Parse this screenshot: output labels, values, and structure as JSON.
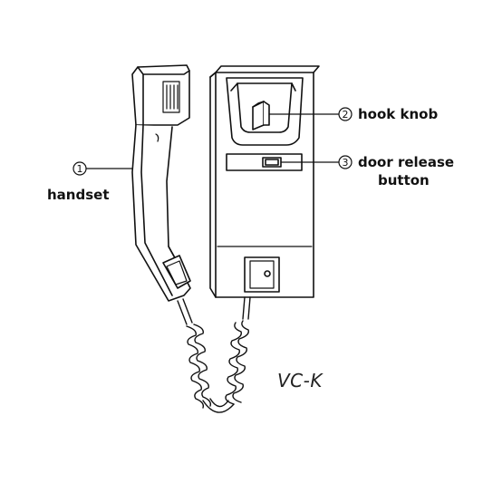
{
  "figure": {
    "model_name": "VC-K",
    "callouts": [
      {
        "number": "1",
        "label_lines": [
          "handset"
        ]
      },
      {
        "number": "2",
        "label_lines": [
          "hook knob"
        ]
      },
      {
        "number": "3",
        "label_lines": [
          "door release",
          "button"
        ]
      }
    ]
  },
  "colors": {
    "line": "#111111",
    "background": "#ffffff",
    "fill": "#ffffff"
  }
}
